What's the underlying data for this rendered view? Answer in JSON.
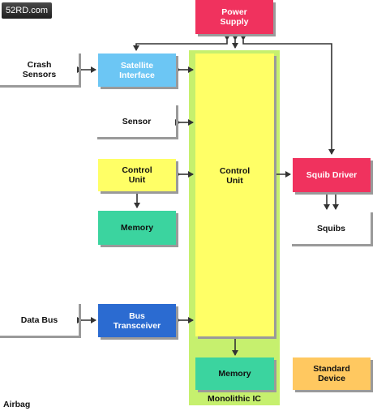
{
  "watermark": "52RD.com",
  "blocks": {
    "power_supply": "Power\nSupply",
    "satellite_interface": "Satellite\nInterface",
    "control_unit_main": "Control\nUnit",
    "control_unit_left": "Control\nUnit",
    "memory_left": "Memory",
    "bus_transceiver": "Bus\nTransceiver",
    "memory_bottom": "Memory",
    "squib_driver": "Squib Driver",
    "standard_device": "Standard\nDevice"
  },
  "external": {
    "crash_sensors": "Crash\nSensors",
    "sensor": "Sensor",
    "squibs": "Squibs",
    "data_bus": "Data Bus"
  },
  "labels": {
    "monolithic_ic": "Monolithic IC",
    "caption": "Airbag"
  },
  "colors": {
    "ic_background": "#c6f06e",
    "control_unit": "#ffff66",
    "power_supply": "#f0325e",
    "satellite_interface": "#6cc6f4",
    "memory": "#3bd49f",
    "bus_transceiver": "#2b6bd1",
    "squib_driver": "#f0325e",
    "standard_device": "#ffc860",
    "arrow": "#333333"
  }
}
